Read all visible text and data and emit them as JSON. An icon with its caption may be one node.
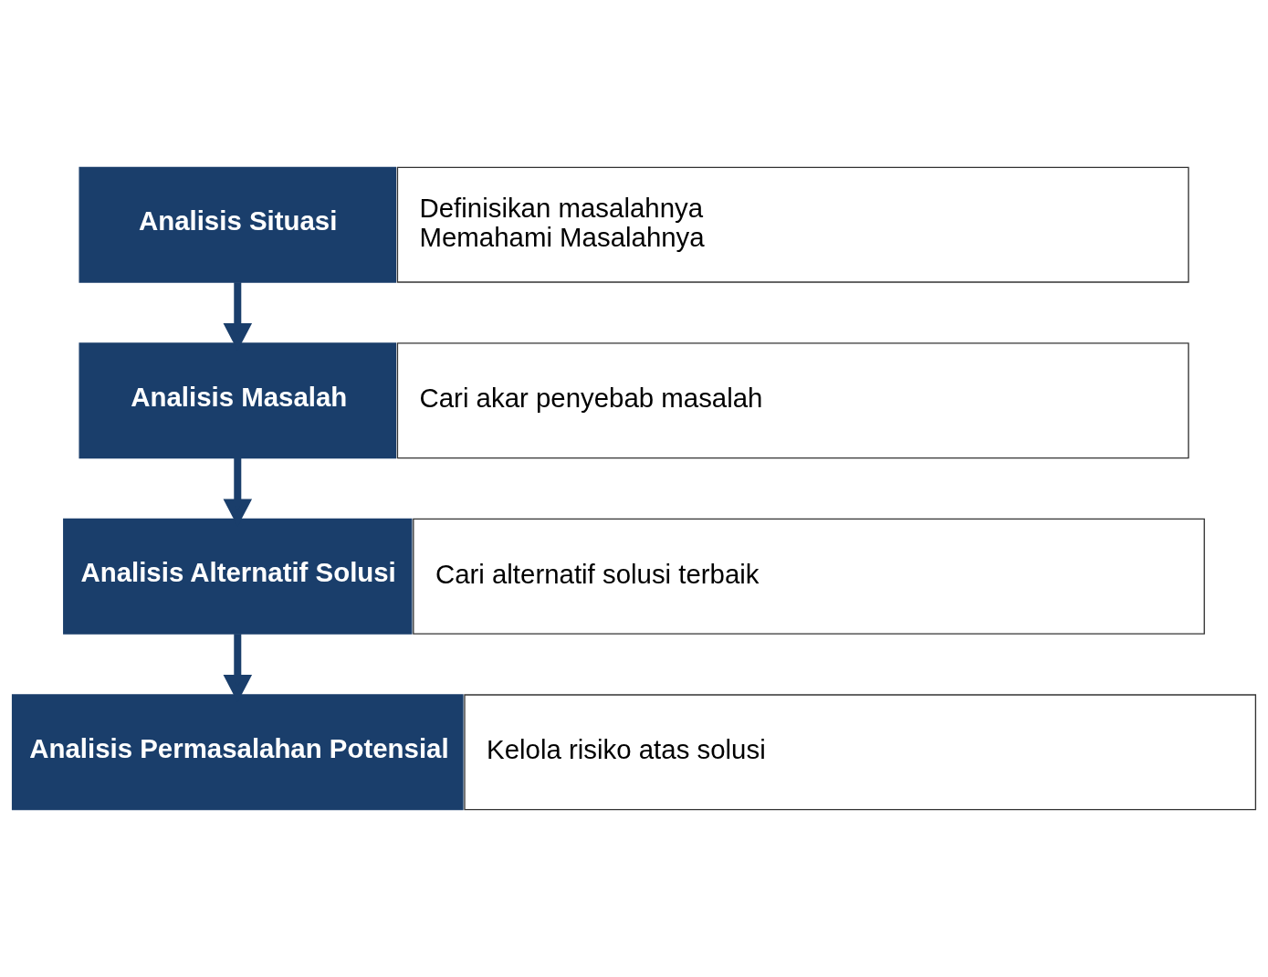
{
  "diagram": {
    "nodes": [
      {
        "text": [
          "Analisis Situasi"
        ]
      },
      {
        "text": [
          "Definisikan masalahnya",
          "Memahami Masalahnya"
        ]
      },
      {
        "text": [
          "Analisis Masalah"
        ]
      },
      {
        "text": [
          "Cari akar penyebab masalah"
        ]
      },
      {
        "text": [
          "Analisis Alternatif Solusi"
        ]
      },
      {
        "text": [
          "Cari alternatif solusi terbaik"
        ]
      },
      {
        "text": [
          "Analisis Permasalahan Potensial"
        ]
      },
      {
        "text": [
          "Kelola risiko atas solusi"
        ]
      }
    ],
    "edges": [
      {
        "from": 0,
        "to": 2,
        "arrow": "to"
      },
      {
        "from": 2,
        "to": 4,
        "arrow": "to"
      },
      {
        "from": 4,
        "to": 6,
        "arrow": "to"
      }
    ]
  }
}
